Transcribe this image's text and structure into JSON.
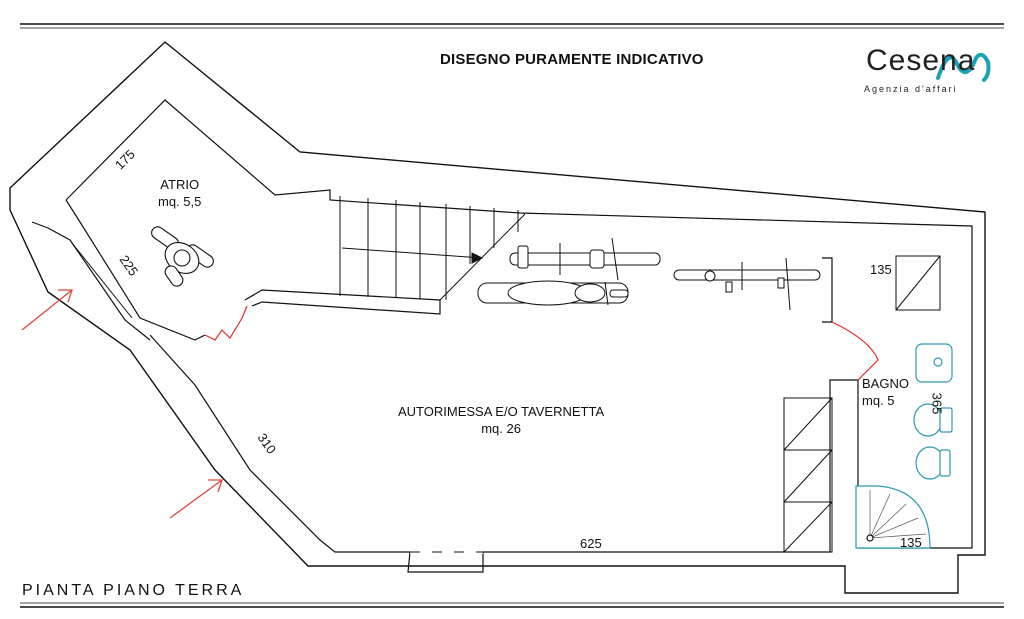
{
  "header": {
    "title": "DISEGNO PURAMENTE INDICATIVO"
  },
  "logo": {
    "name": "Cesena",
    "tagline": "Agenzia d'affari",
    "accent": "#1aa3b5"
  },
  "footer": {
    "label": "PIANTA PIANO  TERRA"
  },
  "rooms": {
    "atrio": {
      "name": "ATRIO",
      "area": "mq. 5,5"
    },
    "autorimessa": {
      "name": "AUTORIMESSA E/O TAVERNETTA",
      "area": "mq. 26"
    },
    "bagno": {
      "name": "BAGNO",
      "area": "mq. 5"
    }
  },
  "dimensions": {
    "d175": "175",
    "d225": "225",
    "d310": "310",
    "d625": "625",
    "d135_top": "135",
    "d135_bottom": "135",
    "d365": "365"
  },
  "colors": {
    "wall": "#111111",
    "door": "#e02a2a",
    "arrow": "#e0463c",
    "fixture": "#2a9bb3"
  }
}
